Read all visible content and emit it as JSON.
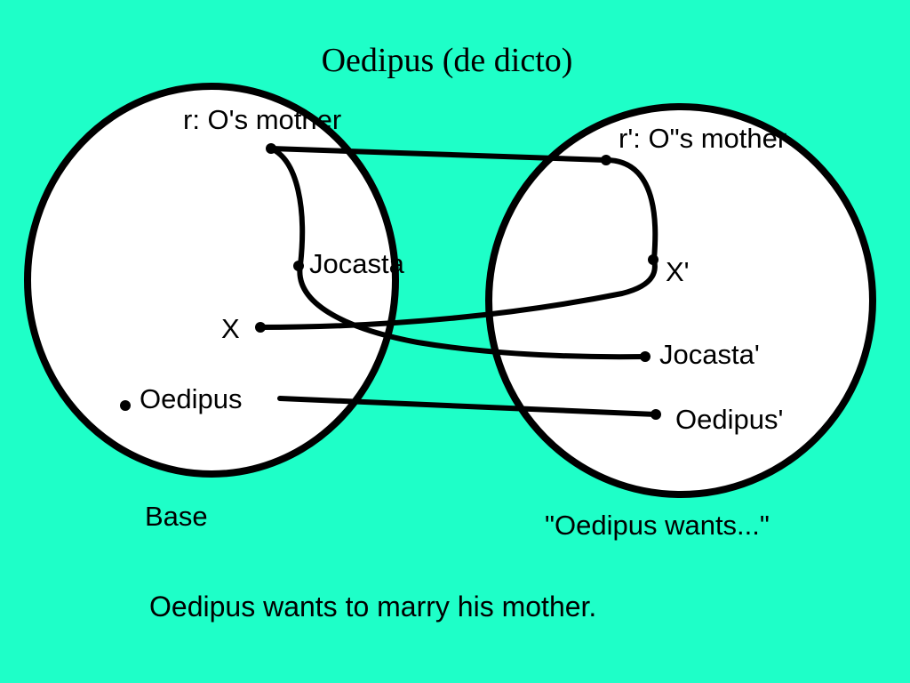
{
  "title": "Oedipus (de dicto)",
  "colors": {
    "background": "#1EFFC8",
    "circle_fill": "#FFFFFF",
    "ink": "#000000"
  },
  "left_space": {
    "caption": "Base",
    "labels": {
      "r": "r: O's mother",
      "jocasta": "Jocasta",
      "x": "X",
      "oedipus": "Oedipus"
    }
  },
  "right_space": {
    "caption": "\"Oedipus wants...\"",
    "labels": {
      "r": "r': O\"s mother",
      "x": "X'",
      "jocasta": "Jocasta'",
      "oedipus": "Oedipus'"
    }
  },
  "sentence": "Oedipus wants to marry his mother."
}
